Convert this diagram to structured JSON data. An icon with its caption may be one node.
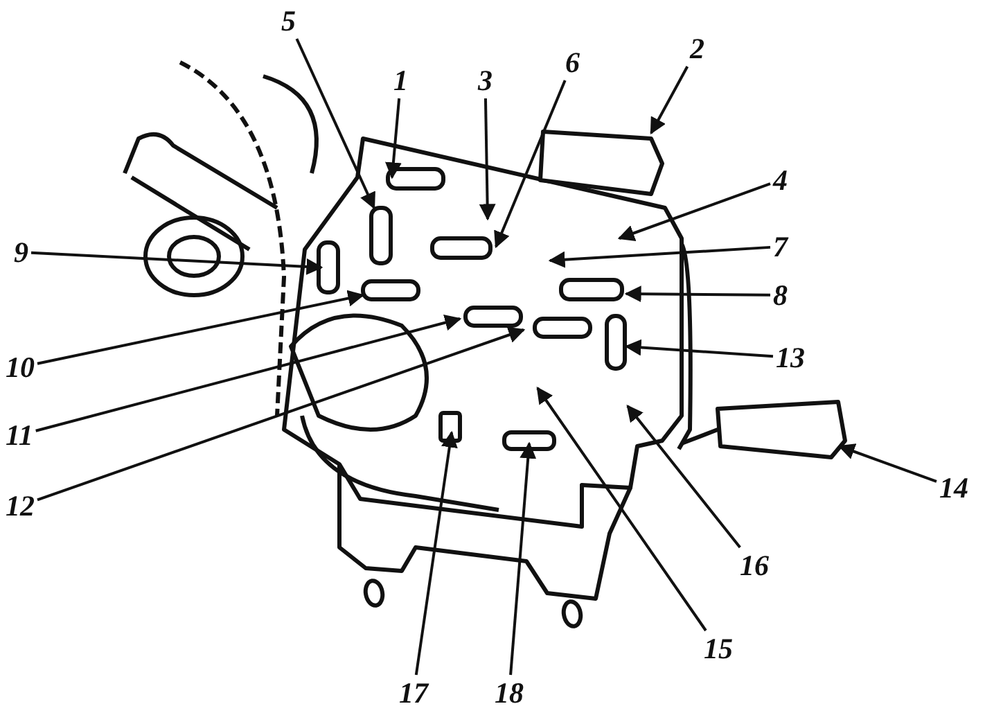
{
  "diagram": {
    "nodes": [
      {
        "text": [
          "1"
        ]
      },
      {
        "text": [
          "2"
        ]
      },
      {
        "text": [
          "3"
        ]
      },
      {
        "text": [
          "4"
        ]
      },
      {
        "text": [
          "5"
        ]
      },
      {
        "text": [
          "6"
        ]
      },
      {
        "text": [
          "7"
        ]
      },
      {
        "text": [
          "8"
        ]
      },
      {
        "text": [
          "9"
        ]
      },
      {
        "text": [
          "10"
        ]
      },
      {
        "text": [
          "11"
        ]
      },
      {
        "text": [
          "12"
        ]
      },
      {
        "text": [
          "13"
        ]
      },
      {
        "text": [
          "14"
        ]
      },
      {
        "text": [
          "15"
        ]
      },
      {
        "text": [
          "16"
        ]
      },
      {
        "text": [
          "17"
        ]
      },
      {
        "text": [
          "18"
        ]
      }
    ],
    "edges": [
      {
        "from": 0,
        "to": null,
        "arrow": "to"
      },
      {
        "from": 1,
        "to": null,
        "arrow": "to"
      },
      {
        "from": 2,
        "to": null,
        "arrow": "to"
      },
      {
        "from": 3,
        "to": null,
        "arrow": "to"
      },
      {
        "from": 4,
        "to": null,
        "arrow": "to"
      },
      {
        "from": 5,
        "to": null,
        "arrow": "to"
      },
      {
        "from": 6,
        "to": null,
        "arrow": "to"
      },
      {
        "from": 7,
        "to": null,
        "arrow": "to"
      },
      {
        "from": 8,
        "to": null,
        "arrow": "to"
      },
      {
        "from": 9,
        "to": null,
        "arrow": "to"
      },
      {
        "from": 10,
        "to": null,
        "arrow": "to"
      },
      {
        "from": 11,
        "to": null,
        "arrow": "to"
      },
      {
        "from": 12,
        "to": null,
        "arrow": "to"
      },
      {
        "from": 13,
        "to": null,
        "arrow": "to"
      },
      {
        "from": 14,
        "to": null,
        "arrow": "to"
      },
      {
        "from": 15,
        "to": null,
        "arrow": "to"
      },
      {
        "from": 16,
        "to": null,
        "arrow": "to"
      },
      {
        "from": 17,
        "to": null,
        "arrow": "to"
      }
    ]
  }
}
